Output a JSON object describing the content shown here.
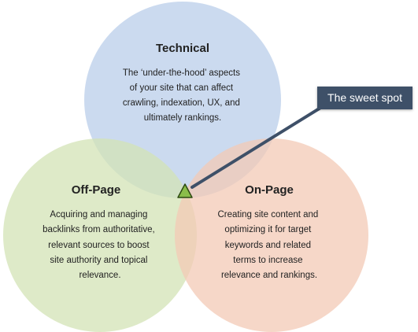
{
  "colors": {
    "technical": "#b9cde9",
    "offpage": "#d3e3b6",
    "onpage": "#f3c9b6",
    "marker_fill": "#8bbd4a",
    "marker_stroke": "#2e4a12",
    "callout": "#3e5068"
  },
  "circles": {
    "technical": {
      "title": "Technical",
      "lines": [
        "The ‘under-the-hood’ aspects",
        "of your site that can affect",
        "crawling, indexation, UX, and",
        "ultimately rankings."
      ]
    },
    "offpage": {
      "title": "Off-Page",
      "lines": [
        "Acquiring and managing",
        "backlinks from authoritative,",
        "relevant sources to boost",
        "site authority and topical",
        "relevance."
      ]
    },
    "onpage": {
      "title": "On-Page",
      "lines": [
        "Creating site content and",
        "optimizing it for target",
        "keywords and related",
        "terms to increase",
        "relevance and rankings."
      ]
    }
  },
  "callout": {
    "label": "The sweet spot",
    "marker_icon": "triangle-marker-icon"
  }
}
